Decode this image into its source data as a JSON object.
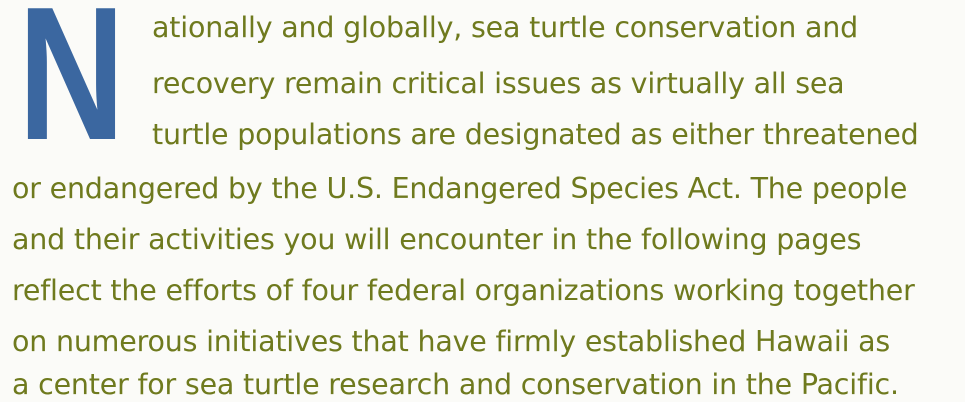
{
  "article": {
    "drop_cap": "N",
    "lines": [
      "ationally and globally, sea turtle conservation and",
      "recovery remain critical issues as virtually all sea",
      "turtle populations are designated as either threatened",
      "or endangered by the U.S. Endangered Species Act. The people",
      "and their activities you will encounter in the following pages",
      "reflect the efforts of four federal organizations working together",
      "on numerous initiatives that have firmly established Hawaii as",
      "a center for sea turtle research and conservation in the Pacific."
    ]
  },
  "colors": {
    "drop_cap": "#3b67a0",
    "text": "#6f7a1e",
    "background": "#fbfbf8"
  }
}
